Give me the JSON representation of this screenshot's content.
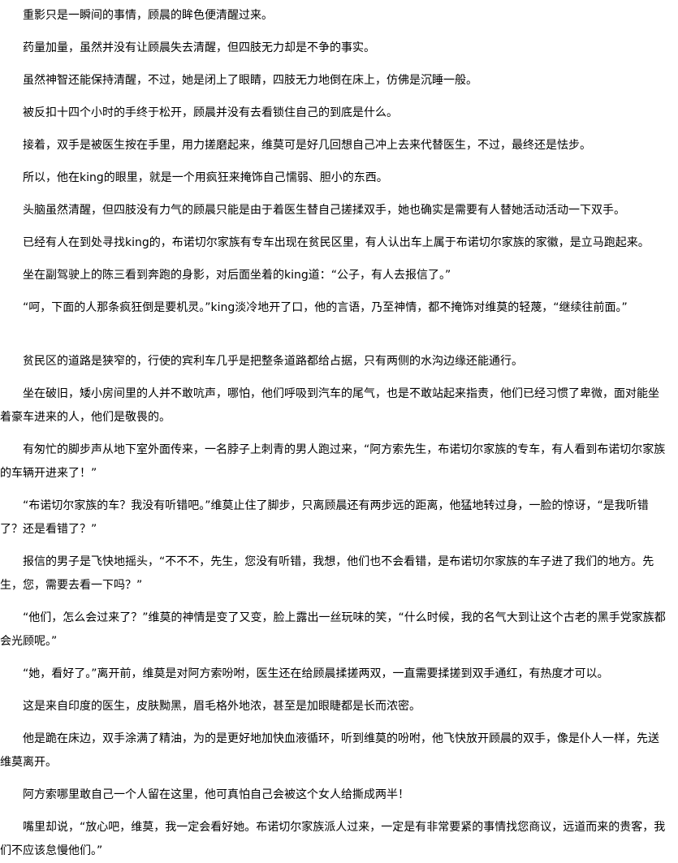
{
  "block1": [
    "重影只是一瞬间的事情，顾晨的眸色便清醒过来。",
    "药量加量，虽然并没有让顾晨失去清醒，但四肢无力却是不争的事实。",
    "虽然神智还能保持清醒，不过，她是闭上了眼睛，四肢无力地倒在床上，仿佛是沉睡一般。",
    "被反扣十四个小时的手终于松开，顾晨并没有去看锁住自己的到底是什么。",
    "接着，双手是被医生按在手里，用力搓磨起来，维莫可是好几回想自己冲上去来代替医生，不过，最终还是怯步。",
    "所以，他在king的眼里，就是一个用疯狂来掩饰自己懦弱、胆小的东西。",
    "头脑虽然清醒，但四肢没有力气的顾晨只能是由于着医生替自己搓揉双手，她也确实是需要有人替她活动活动一下双手。",
    "已经有人在到处寻找king的，布诺切尔家族有专车出现在贫民区里，有人认出车上属于布诺切尔家族的家徽，是立马跑起来。",
    "坐在副驾驶上的陈三看到奔跑的身影，对后面坐着的king道：“公子，有人去报信了。”",
    "“呵，下面的人那条疯狂倒是要机灵。”king淡冷地开了口，他的言语，乃至神情，都不掩饰对维莫的轻蔑，“继续往前面。”"
  ],
  "block2": [
    "贫民区的道路是狭窄的，行使的宾利车几乎是把整条道路都给占据，只有两侧的水沟边缘还能通行。",
    "坐在破旧，矮小房间里的人并不敢吭声，哪怕，他们呼吸到汽车的尾气，也是不敢站起来指责，他们已经习惯了卑微，面对能坐着豪车进来的人，他们是敬畏的。",
    "有匆忙的脚步声从地下室外面传来，一名脖子上刺青的男人跑过来，“阿方索先生，布诺切尔家族的专车，有人看到布诺切尔家族的车辆开进来了！”",
    "“布诺切尔家族的车？我没有听错吧。”维莫止住了脚步，只离顾晨还有两步远的距离，他猛地转过身，一脸的惊讶，“是我听错了？还是看错了？”",
    "报信的男子是飞快地摇头，“不不不，先生，您没有听错，我想，他们也不会看错，是布诺切尔家族的车子进了我们的地方。先生，您，需要去看一下吗？”",
    "“他们，怎么会过来了？”维莫的神情是变了又变，脸上露出一丝玩味的笑，“什么时候，我的名气大到让这个古老的黑手党家族都会光顾呢。”",
    "“她，看好了。”离开前，维莫是对阿方索吩咐，医生还在给顾晨揉搓两双，一直需要揉搓到双手通红，有热度才可以。",
    "这是来自印度的医生，皮肤黝黑，眉毛格外地浓，甚至是加眼睫都是长而浓密。",
    "他是跪在床边，双手涂满了精油，为的是更好地加快血液循环，听到维莫的吩咐，他飞快放开顾晨的双手，像是仆人一样，先送维莫离开。",
    "阿方索哪里敢自己一个人留在这里，他可真怕自己会被这个女人给撕成两半！",
    "嘴里却说，“放心吧，维莫，我一定会看好她。布诺切尔家族派人过来，一定是有非常要紧的事情找您商议，远道而来的贵客，我们不应该怠慢他们。”"
  ]
}
